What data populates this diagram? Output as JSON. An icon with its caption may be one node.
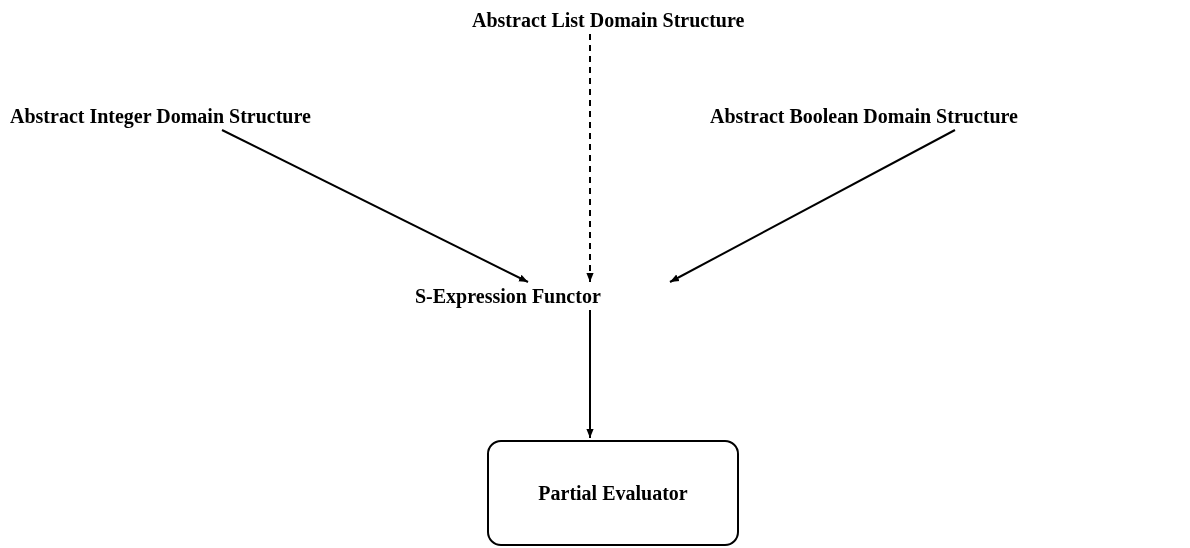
{
  "diagram": {
    "nodes": [
      {
        "text": [
          "Abstract List Domain Structure"
        ]
      },
      {
        "text": [
          "Abstract Integer Domain Structure"
        ]
      },
      {
        "text": [
          "Abstract Boolean Domain Structure"
        ]
      },
      {
        "text": [
          "S-Expression Functor"
        ]
      },
      {
        "text": [
          "Partial Evaluator"
        ]
      }
    ],
    "edges": [
      {
        "from": 1,
        "to": 3,
        "arrow": "to"
      },
      {
        "from": 0,
        "to": 3,
        "arrow": "to",
        "style": "dashed"
      },
      {
        "from": 2,
        "to": 3,
        "arrow": "to"
      },
      {
        "from": 3,
        "to": 4,
        "arrow": "to"
      }
    ]
  }
}
